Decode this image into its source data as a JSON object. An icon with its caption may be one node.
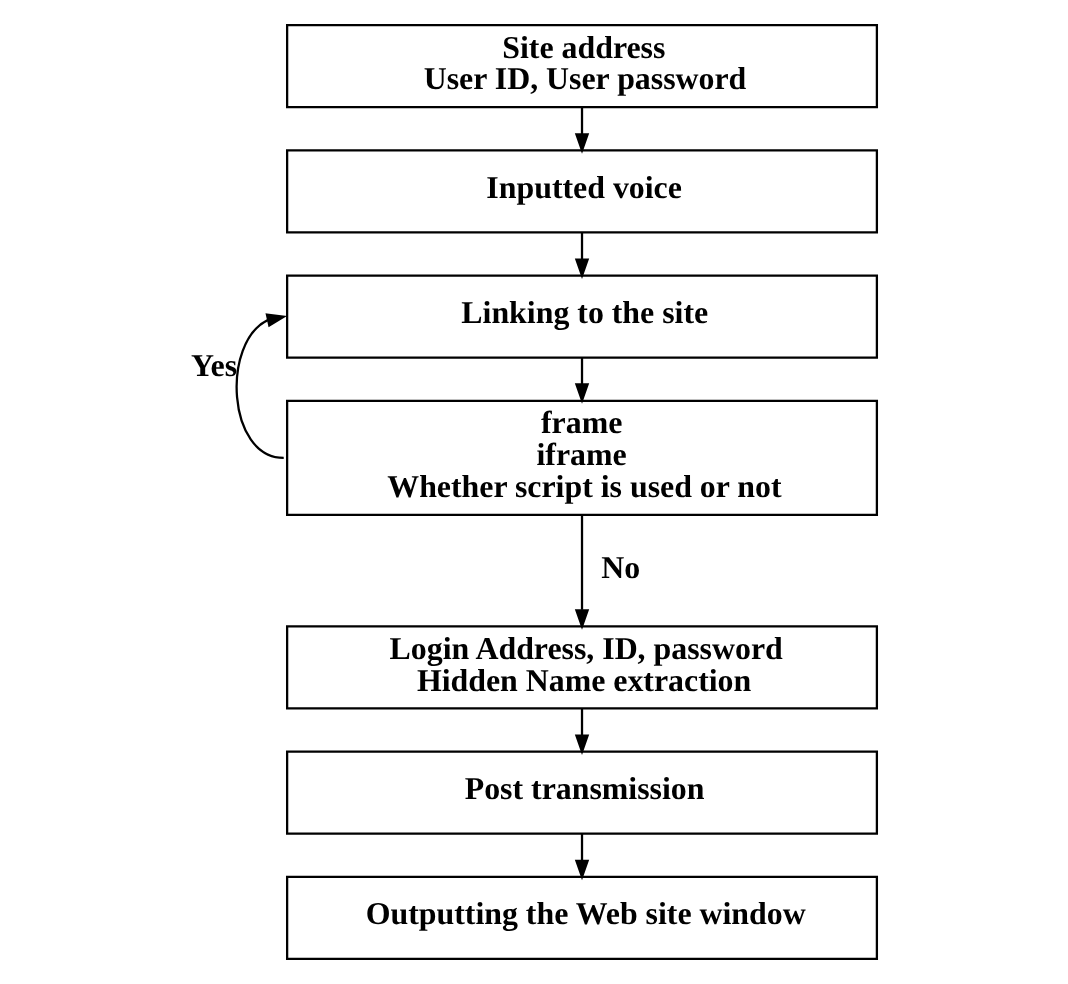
{
  "diagram": {
    "nodes": [
      {
        "text": [
          "Site address",
          "User ID, User password"
        ]
      },
      {
        "text": [
          "Inputted voice"
        ]
      },
      {
        "text": [
          "Linking to the site"
        ]
      },
      {
        "text": [
          "frame",
          "iframe",
          "Whether script is used or not"
        ]
      },
      {
        "text": [
          "Login Address, ID, password",
          "Hidden Name extraction"
        ]
      },
      {
        "text": [
          "Post transmission"
        ]
      },
      {
        "text": [
          "Outputting the Web site window"
        ]
      }
    ],
    "edges": [
      {
        "from": 0,
        "to": 1,
        "arrow": "to"
      },
      {
        "from": 1,
        "to": 2,
        "arrow": "to"
      },
      {
        "from": 2,
        "to": 3,
        "arrow": "to"
      },
      {
        "from": 3,
        "to": 2,
        "arrow": "to",
        "label": "Yes"
      },
      {
        "from": 3,
        "to": 4,
        "arrow": "to",
        "label": "No"
      },
      {
        "from": 4,
        "to": 5,
        "arrow": "to"
      },
      {
        "from": 5,
        "to": 6,
        "arrow": "to"
      }
    ]
  }
}
